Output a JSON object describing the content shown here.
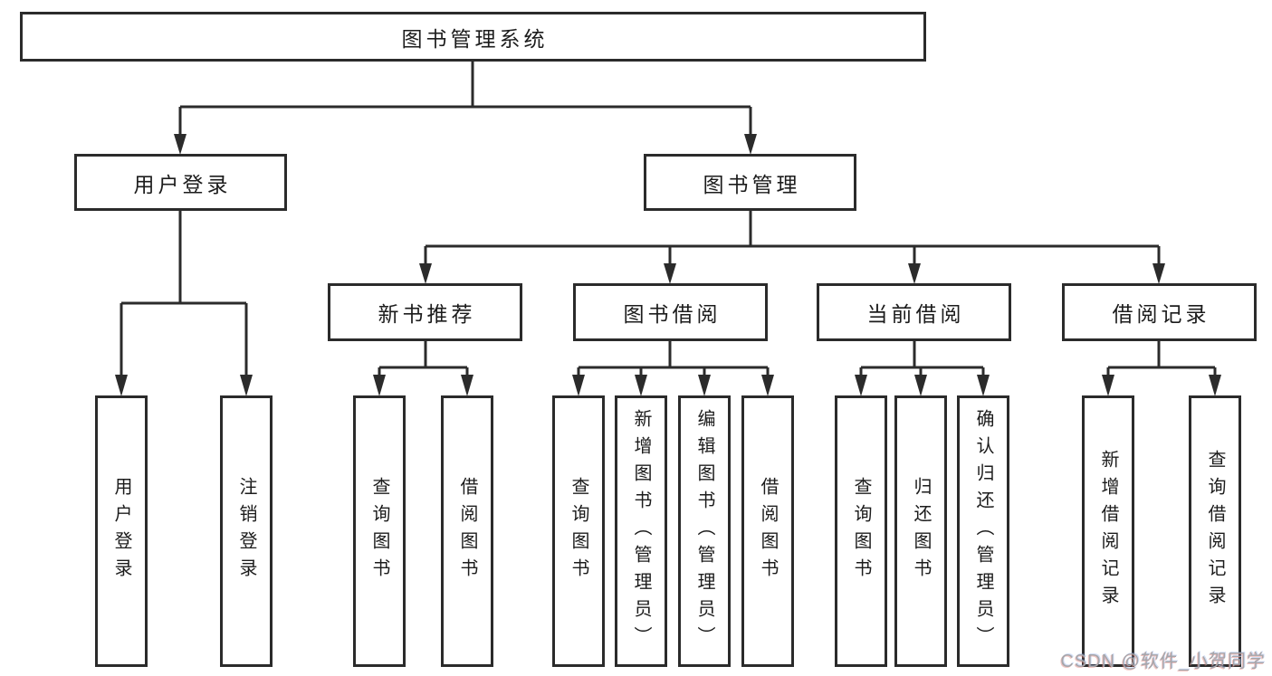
{
  "colors": {
    "line": "#2b2b2b",
    "text": "#1c1c1c",
    "background": "#ffffff",
    "watermark": "#a6a6aa"
  },
  "tree": {
    "label": "图书管理系统",
    "children": [
      {
        "label": "用户登录",
        "children": [
          {
            "label": "用户登录"
          },
          {
            "label": "注销登录"
          }
        ]
      },
      {
        "label": "图书管理",
        "children": [
          {
            "label": "新书推荐",
            "children": [
              {
                "label": "查询图书"
              },
              {
                "label": "借阅图书"
              }
            ]
          },
          {
            "label": "图书借阅",
            "children": [
              {
                "label": "查询图书"
              },
              {
                "label": "新增图书（管理员）"
              },
              {
                "label": "编辑图书（管理员）"
              },
              {
                "label": "借阅图书"
              }
            ]
          },
          {
            "label": "当前借阅",
            "children": [
              {
                "label": "查询图书"
              },
              {
                "label": "归还图书"
              },
              {
                "label": "确认归还（管理员）"
              }
            ]
          },
          {
            "label": "借阅记录",
            "children": [
              {
                "label": "新增借阅记录"
              },
              {
                "label": "查询借阅记录"
              }
            ]
          }
        ]
      }
    ]
  },
  "watermark": {
    "text": "CSDN @软件_小贺同学"
  }
}
